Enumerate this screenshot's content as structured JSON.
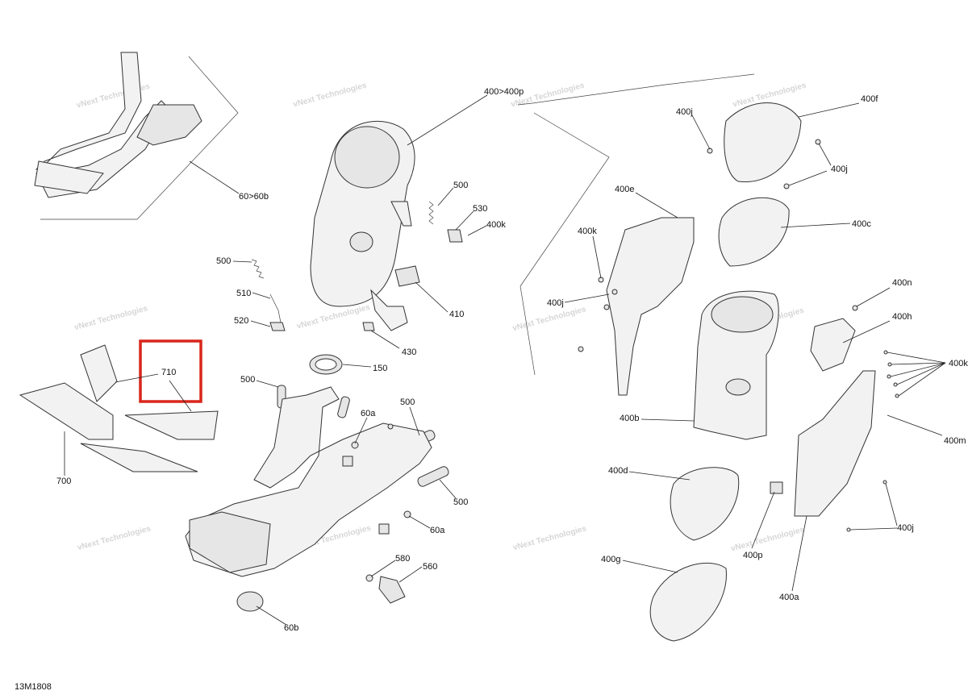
{
  "diagram_code": "13M1808",
  "watermark_text": "vNext Technologies",
  "highlight_color": "#d9261c",
  "callouts": {
    "c60_60b": "60>60b",
    "c400_400p": "400>400p",
    "c400f": "400f",
    "c400j_a": "400j",
    "c400j_b": "400j",
    "c400j_c": "400j",
    "c400j_d": "400j",
    "c400e": "400e",
    "c400c": "400c",
    "c400k_a": "400k",
    "c400k_b": "400k",
    "c400k_c": "400k",
    "c400n": "400n",
    "c400h": "400h",
    "c400b": "400b",
    "c400m": "400m",
    "c400d": "400d",
    "c400p": "400p",
    "c400g": "400g",
    "c400a": "400a",
    "c500_a": "500",
    "c500_b": "500",
    "c500_c": "500",
    "c500_d": "500",
    "c500_e": "500",
    "c530": "530",
    "c510": "510",
    "c520": "520",
    "c410": "410",
    "c430": "430",
    "c150": "150",
    "c710": "710",
    "c700": "700",
    "c60a_a": "60a",
    "c60a_b": "60a",
    "c580": "580",
    "c560": "560",
    "c60b": "60b"
  }
}
